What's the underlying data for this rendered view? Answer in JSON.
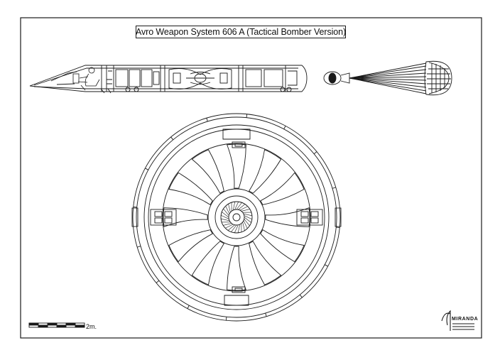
{
  "title": "Avro Weapon System 606 A (Tactical Bomber Version)",
  "scale_bar": {
    "label": "2m."
  },
  "signature": {
    "text": "MIRANDA"
  },
  "colors": {
    "ink": "#1a1a1a",
    "paper": "#ffffff"
  }
}
